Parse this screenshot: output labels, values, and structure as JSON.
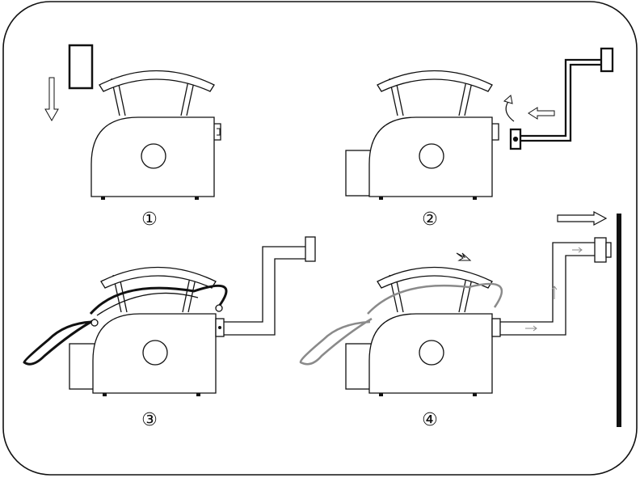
{
  "steps": [
    {
      "label": "①"
    },
    {
      "label": "②"
    },
    {
      "label": "③"
    },
    {
      "label": "④"
    }
  ],
  "colors": {
    "line": "#111111",
    "light_line": "#8a8a8a",
    "background": "#ffffff"
  }
}
